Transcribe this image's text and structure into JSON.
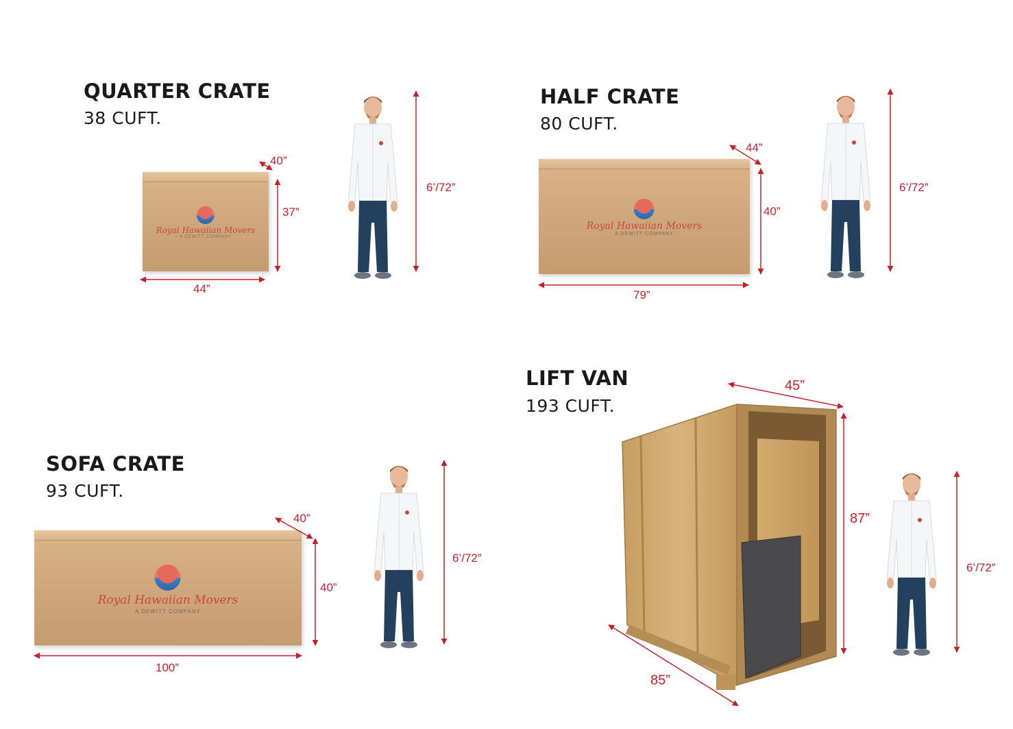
{
  "crates": {
    "quarter": {
      "title": "QUARTER CRATE",
      "volume": "38 CUFT.",
      "depth": "40”",
      "height": "37”",
      "width": "44”",
      "person_height": "6’/72”"
    },
    "half": {
      "title": "HALF CRATE",
      "volume": "80 CUFT.",
      "depth": "44”",
      "height": "40”",
      "width": "79”",
      "person_height": "6’/72”"
    },
    "sofa": {
      "title": "SOFA CRATE",
      "volume": "93 CUFT.",
      "depth": "40”",
      "height": "40”",
      "width": "100”",
      "person_height": "6’/72”"
    },
    "liftvan": {
      "title": "LIFT VAN",
      "volume": "193 CUFT.",
      "depth": "45”",
      "height": "87”",
      "width": "85”",
      "person_height": "6’/72”"
    }
  },
  "brand": {
    "name": "Royal Hawaiian Movers",
    "tagline": "A DEWITT COMPANY"
  },
  "colors": {
    "dimension": "#c8202a",
    "cardboard": "#cfa77c",
    "plywood": "#c9a46a",
    "shirt": "#f4f6f8",
    "jeans": "#24405f"
  }
}
